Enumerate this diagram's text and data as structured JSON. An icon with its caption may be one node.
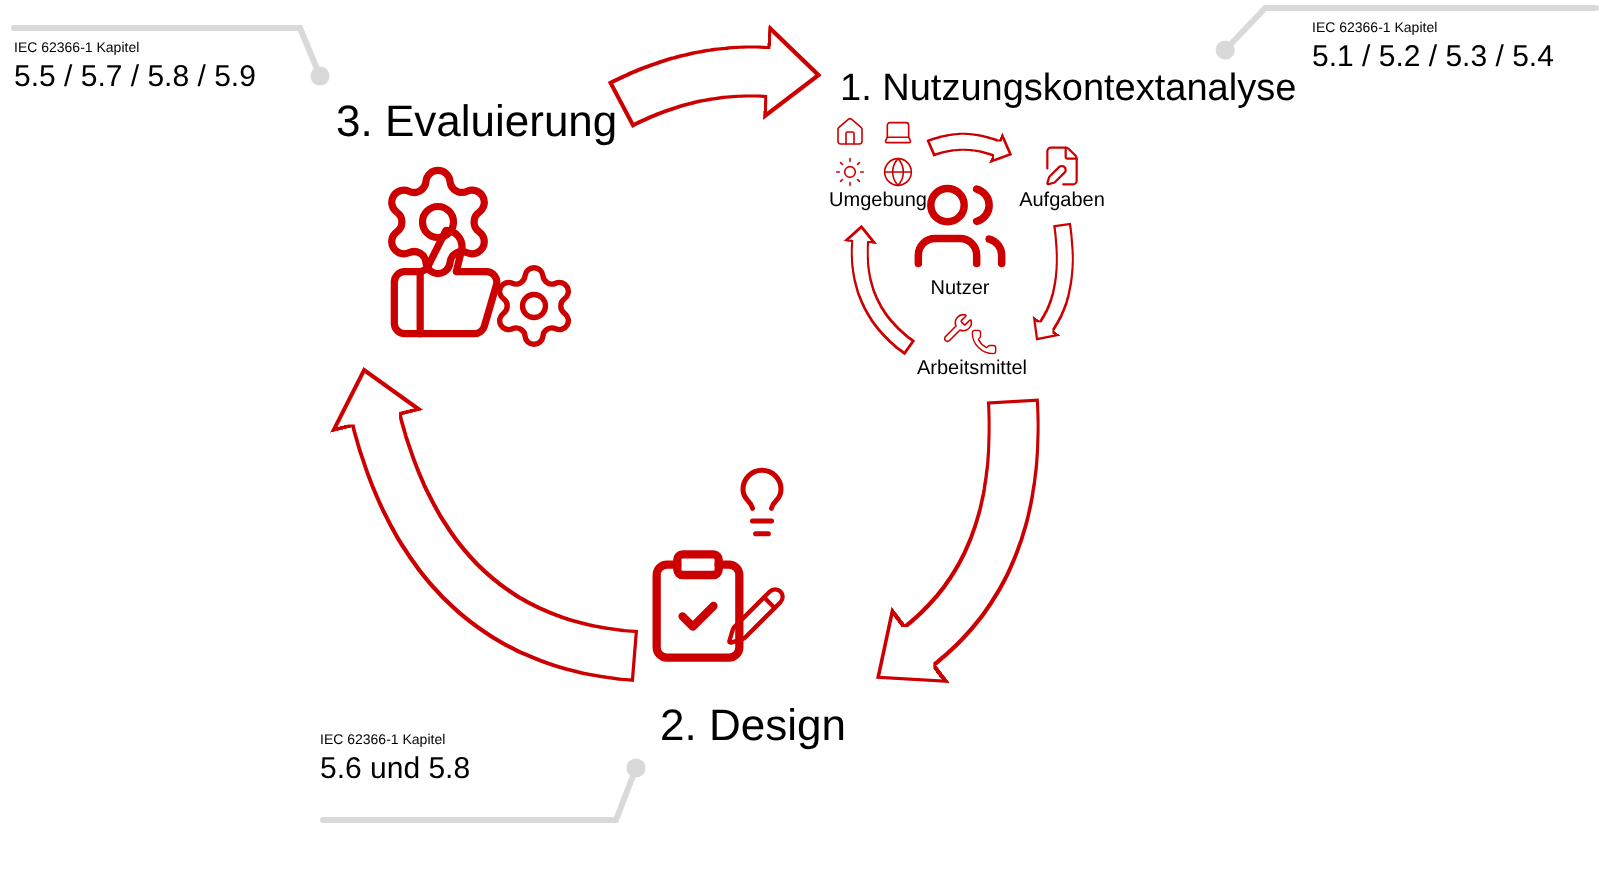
{
  "diagram": {
    "nodes": [
      {
        "text": [
          "3. Evaluierung"
        ]
      },
      {
        "text": [
          "1. Nutzungskontextanalyse"
        ]
      },
      {
        "text": [
          "2. Design"
        ]
      },
      {
        "text": [
          "IEC 62366-1 Kapitel",
          "5.5 / 5.7 / 5.8 / 5.9"
        ]
      },
      {
        "text": [
          "IEC 62366-1 Kapitel",
          "5.1 / 5.2 / 5.3 / 5.4"
        ]
      },
      {
        "text": [
          "IEC 62366-1 Kapitel",
          "5.6 und 5.8"
        ]
      },
      {
        "text": [
          "Umgebung"
        ],
        "in": 1
      },
      {
        "text": [
          "Aufgaben"
        ],
        "in": 1
      },
      {
        "text": [
          "Nutzer"
        ],
        "in": 1
      },
      {
        "text": [
          "Arbeitsmittel"
        ],
        "in": 1
      }
    ],
    "edges": [
      {
        "from": 0,
        "to": 1,
        "arrow": "to",
        "style": "thick"
      },
      {
        "from": 1,
        "to": 2,
        "arrow": "to",
        "style": "thick"
      },
      {
        "from": 2,
        "to": 0,
        "arrow": "to",
        "style": "thick"
      },
      {
        "from": 6,
        "to": 7,
        "arrow": "to"
      },
      {
        "from": 7,
        "to": 9,
        "arrow": "to"
      },
      {
        "from": 9,
        "to": 6,
        "arrow": "to"
      },
      {
        "from": 3,
        "to": 0,
        "arrow": "other",
        "color": "#d9d9d9"
      },
      {
        "from": 4,
        "to": 1,
        "arrow": "other",
        "color": "#d9d9d9"
      },
      {
        "from": 5,
        "to": 2,
        "arrow": "other",
        "color": "#d9d9d9"
      }
    ]
  }
}
